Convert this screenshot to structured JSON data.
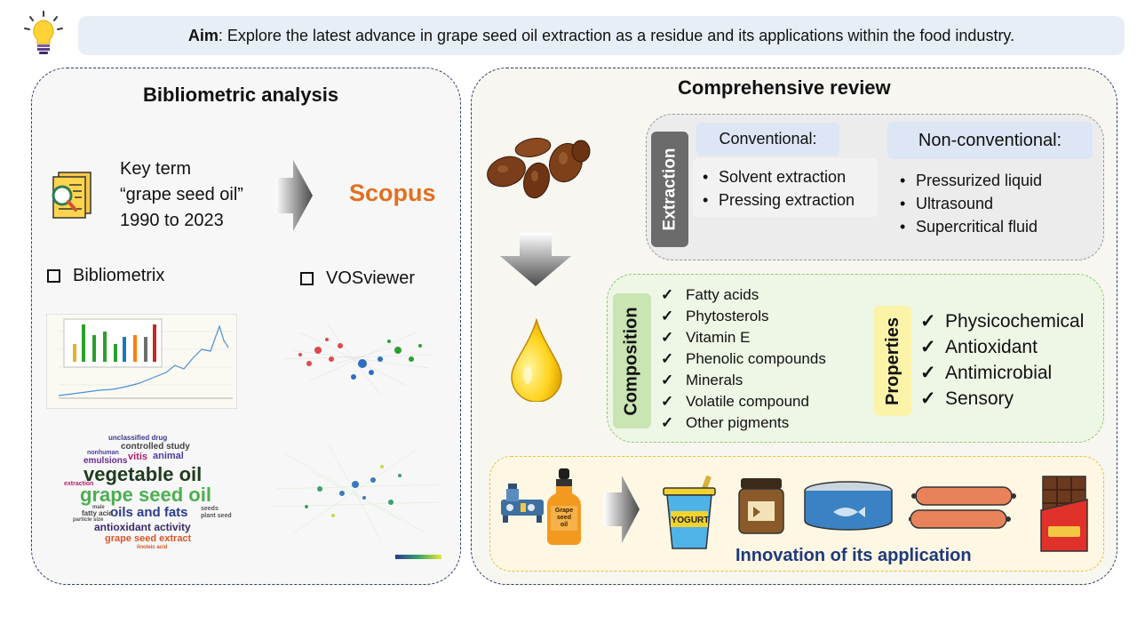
{
  "aim": {
    "label": "Aim",
    "text": ": Explore the latest advance in grape seed oil extraction as a residue and its applications within the food industry."
  },
  "bibliometric": {
    "title": "Bibliometric analysis",
    "key_term_lines": [
      "Key term",
      "“grape seed oil”",
      "1990 to 2023"
    ],
    "database": "Scopus",
    "tool_1": "Bibliometrix",
    "tool_2": "VOSviewer",
    "word_cloud": [
      "unclassified drug",
      "controlled study",
      "animal",
      "vitis",
      "emulsions",
      "vegetable oil",
      "grape seed oil",
      "oils and fats",
      "antioxidant activity",
      "grape seed extract",
      "nonhuman",
      "fatty acid",
      "plant seed",
      "seeds",
      "male",
      "particle size",
      "extraction",
      "linoleic acid"
    ]
  },
  "review": {
    "title": "Comprehensive review",
    "extraction": {
      "label": "Extraction",
      "conventional": {
        "title": "Conventional:",
        "items": [
          "Solvent extraction",
          "Pressing extraction"
        ]
      },
      "non_conventional": {
        "title": "Non-conventional:",
        "items": [
          "Pressurized liquid",
          "Ultrasound",
          "Supercritical fluid"
        ]
      }
    },
    "composition": {
      "label": "Composition",
      "items": [
        "Fatty acids",
        "Phytosterols",
        "Vitamin E",
        "Phenolic compounds",
        "Minerals",
        "Volatile compound",
        "Other pigments"
      ]
    },
    "properties": {
      "label": "Properties",
      "items": [
        "Physicochemical",
        "Antioxidant",
        "Antimicrobial",
        "Sensory"
      ]
    },
    "application": {
      "title": "Innovation of its application",
      "bottle_label": [
        "Grape",
        "seed",
        "oil"
      ],
      "yogurt_label": "YOGURT"
    }
  },
  "colors": {
    "scopus": "#e07020",
    "extraction_label_bg": "#6b6b6b",
    "composition_label_bg": "#c9e5b4",
    "properties_label_bg": "#fbf3a8",
    "application_title": "#1f3a7a",
    "panel_border": "#2e3d63"
  },
  "icons": [
    "lightbulb-icon",
    "document-search-icon",
    "arrow-right-icon",
    "arrow-down-icon",
    "oil-drop-icon",
    "grape-seeds-image",
    "machine-icon",
    "oil-bottle-icon",
    "yogurt-icon",
    "jar-icon",
    "tuna-can-icon",
    "sausage-icon",
    "chocolate-icon"
  ]
}
